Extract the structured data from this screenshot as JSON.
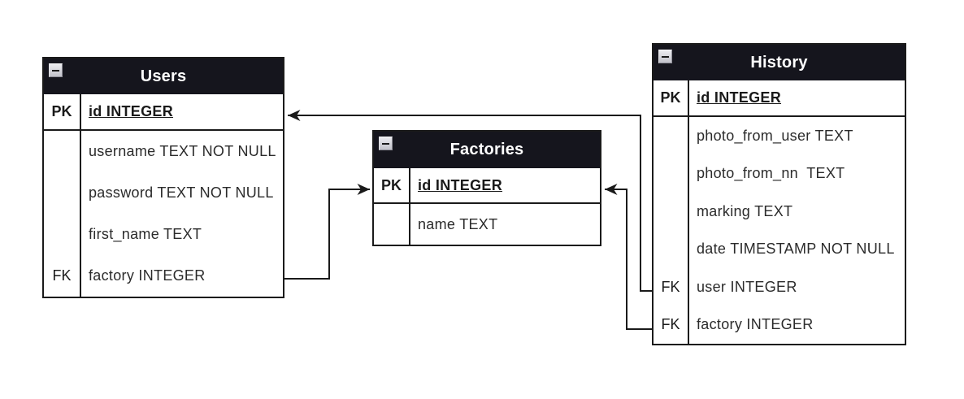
{
  "diagram": {
    "colors": {
      "background": "#ffffff",
      "table_header_bg": "#15151d",
      "table_header_text": "#ffffff",
      "border": "#1a1a1a",
      "relationship_line": "#1a1a1a",
      "field_text": "#2b2b2b"
    },
    "tables": [
      {
        "name": "Users",
        "collapse_icon": "minus",
        "rows": [
          {
            "key": "PK",
            "field": "id INTEGER"
          },
          {
            "key": "",
            "field": "username TEXT NOT NULL"
          },
          {
            "key": "",
            "field": "password TEXT NOT NULL"
          },
          {
            "key": "",
            "field": "first_name TEXT"
          },
          {
            "key": "FK",
            "field": "factory INTEGER"
          }
        ]
      },
      {
        "name": "Factories",
        "collapse_icon": "minus",
        "rows": [
          {
            "key": "PK",
            "field": "id INTEGER"
          },
          {
            "key": "",
            "field": "name TEXT"
          }
        ]
      },
      {
        "name": "History",
        "collapse_icon": "minus",
        "rows": [
          {
            "key": "PK",
            "field": "id INTEGER"
          },
          {
            "key": "",
            "field": "photo_from_user TEXT"
          },
          {
            "key": "",
            "field": "photo_from_nn  TEXT"
          },
          {
            "key": "",
            "field": "marking TEXT"
          },
          {
            "key": "",
            "field": "date TIMESTAMP NOT NULL"
          },
          {
            "key": "FK",
            "field": "user INTEGER"
          },
          {
            "key": "FK",
            "field": "factory INTEGER"
          }
        ]
      }
    ],
    "relationships": [
      {
        "from": "History.user",
        "to": "Users.id"
      },
      {
        "from": "Users.factory",
        "to": "Factories.id"
      },
      {
        "from": "History.factory",
        "to": "Factories.id"
      }
    ]
  }
}
